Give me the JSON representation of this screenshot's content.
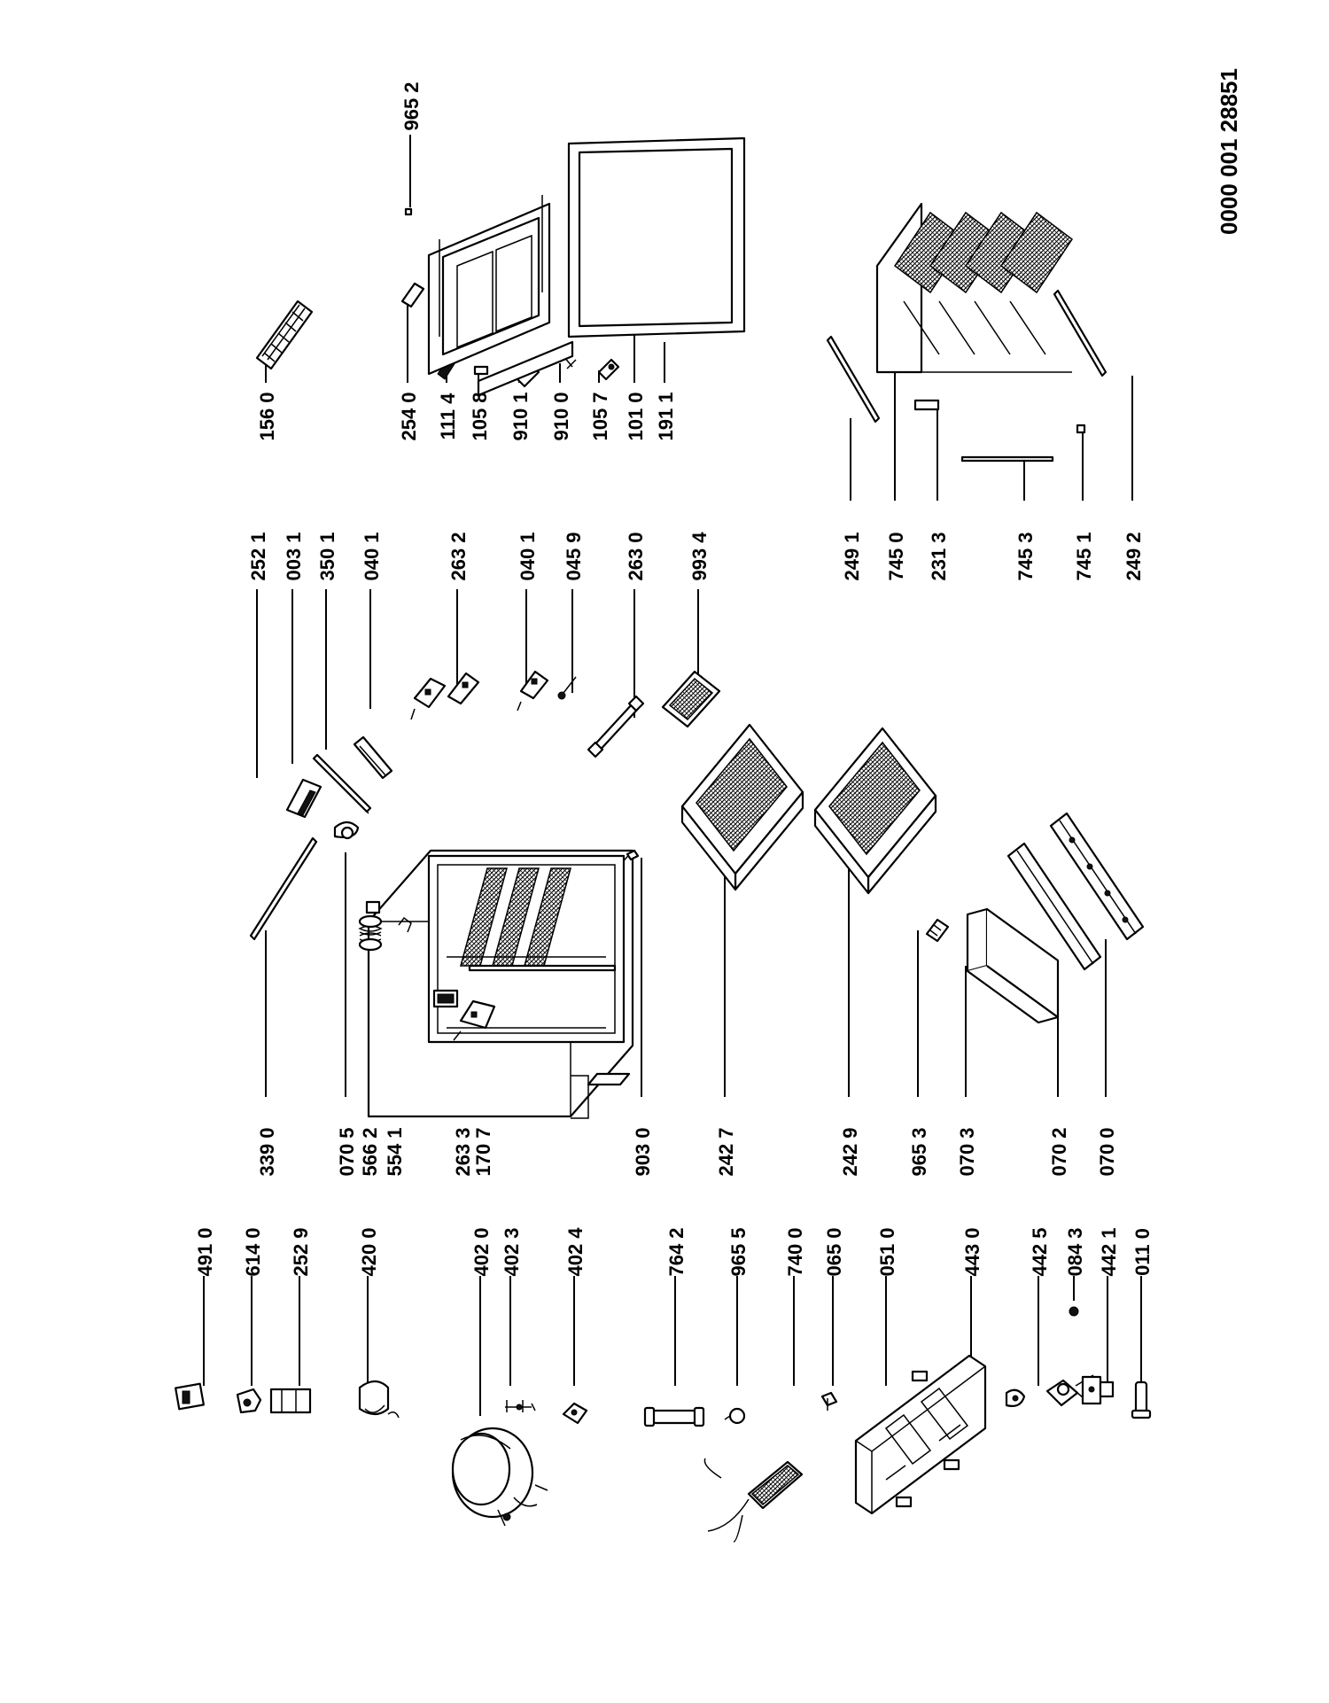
{
  "document_id": "0000 001 28851",
  "part_labels": [
    {
      "id": "491 0"
    },
    {
      "id": "614 0"
    },
    {
      "id": "252 9"
    },
    {
      "id": "420 0"
    },
    {
      "id": "402 0"
    },
    {
      "id": "402 3"
    },
    {
      "id": "402 4"
    },
    {
      "id": "764 2"
    },
    {
      "id": "965 5"
    },
    {
      "id": "740 0"
    },
    {
      "id": "065 0"
    },
    {
      "id": "051 0"
    },
    {
      "id": "443 0"
    },
    {
      "id": "442 5"
    },
    {
      "id": "084 3"
    },
    {
      "id": "442 1"
    },
    {
      "id": "011 0"
    },
    {
      "id": "339 0"
    },
    {
      "id": "070 5"
    },
    {
      "id": "566 2"
    },
    {
      "id": "554 1"
    },
    {
      "id": "263 3"
    },
    {
      "id": "170 7"
    },
    {
      "id": "903 0"
    },
    {
      "id": "242 7"
    },
    {
      "id": "242 9"
    },
    {
      "id": "965 3"
    },
    {
      "id": "070 3"
    },
    {
      "id": "070 2"
    },
    {
      "id": "070 0"
    },
    {
      "id": "252 1"
    },
    {
      "id": "003 1"
    },
    {
      "id": "350 1"
    },
    {
      "id": "040 1"
    },
    {
      "id": "263 2"
    },
    {
      "id": "040 1"
    },
    {
      "id": "045 9"
    },
    {
      "id": "263 0"
    },
    {
      "id": "993 4"
    },
    {
      "id": "249 1"
    },
    {
      "id": "745 0"
    },
    {
      "id": "231 3"
    },
    {
      "id": "745 3"
    },
    {
      "id": "745 1"
    },
    {
      "id": "249 2"
    },
    {
      "id": "156 0"
    },
    {
      "id": "254 0"
    },
    {
      "id": "111 4"
    },
    {
      "id": "105 8"
    },
    {
      "id": "910 1"
    },
    {
      "id": "910 0"
    },
    {
      "id": "105 7"
    },
    {
      "id": "101 0"
    },
    {
      "id": "191 1"
    },
    {
      "id": "965 2"
    }
  ]
}
